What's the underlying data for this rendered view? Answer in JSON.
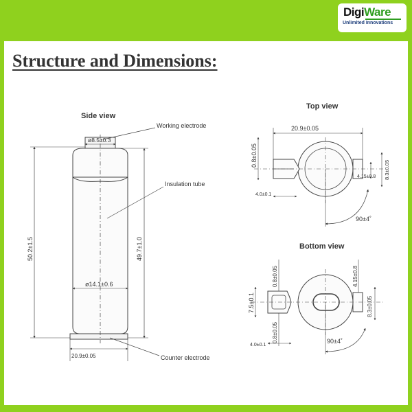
{
  "brand": {
    "name_part1": "Digi",
    "name_part2": "Ware",
    "tagline": "Unlimited Innovations",
    "colors": {
      "band": "#8fd11e",
      "logo_green": "#2e9d1f",
      "tagline_blue": "#1b3c7a"
    }
  },
  "title": "Structure and Dimensions:",
  "side_view": {
    "heading": "Side view",
    "callout_working_electrode": "Working electrode",
    "callout_insulation_tube": "Insulation tube",
    "callout_counter_electrode": "Counter electrode",
    "dim_top_diameter": "ø8.5±0.3",
    "dim_total_height": "50.2±1.5",
    "dim_body_height": "49.7±1.0",
    "dim_body_diameter": "ø14.1±0.6",
    "dim_bottom_width": "20.9±0.05"
  },
  "top_view": {
    "heading": "Top view",
    "dim_width": "20.9±0.05",
    "dim_left_height": "0.8±0.05",
    "dim_right_outer": "8.3±0.05",
    "dim_right_inner": "4.15±0.8",
    "dim_offset": "4.0±0.1",
    "dim_angle": "90±4˚"
  },
  "bottom_view": {
    "heading": "Bottom view",
    "dim_top_small": "0.8±0.05",
    "dim_left_height": "7.5±0.1",
    "dim_bottom_small": "0.8±0.05",
    "dim_right_inner": "4.15±0.8",
    "dim_right_outer": "8.3±0.05",
    "dim_offset": "4.0±0.1",
    "dim_angle": "90±4˚"
  }
}
